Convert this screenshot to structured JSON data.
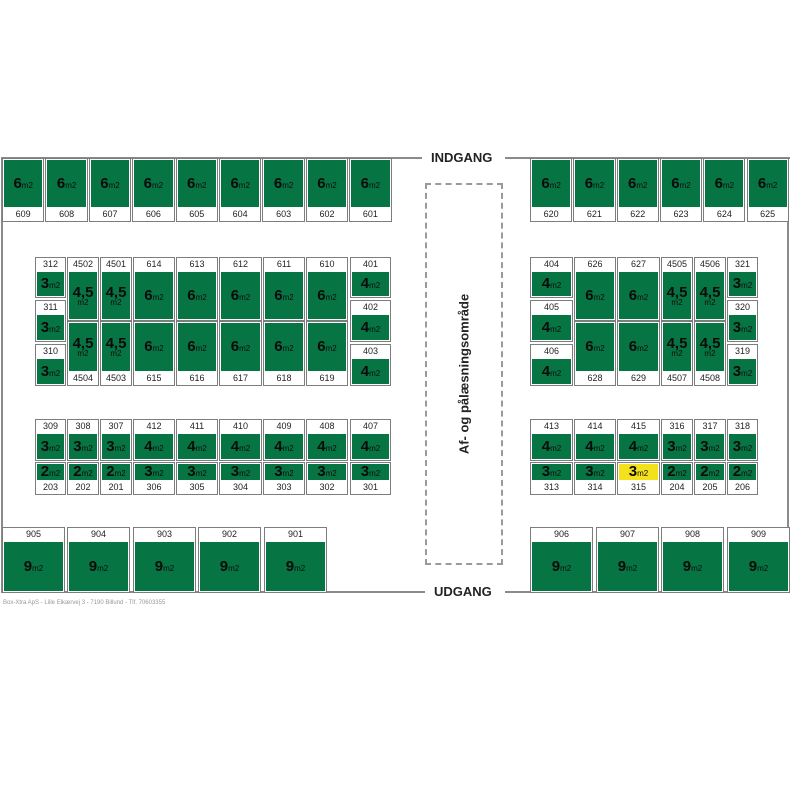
{
  "gates": {
    "entrance": "INDGANG",
    "exit": "UDGANG"
  },
  "loading_zone": {
    "label": "Af- og pålæsningsområde"
  },
  "footer": "Box-Xtra ApS - Lille Elkærvej 3 - 7190 Billund - Tlf. 70603355",
  "colors": {
    "unit_fill": "#077443",
    "highlight": "#f3e11b",
    "label_bg": "#ffffff"
  },
  "area_unit": "m2",
  "units": [
    {
      "id": "609",
      "size": "6"
    },
    {
      "id": "608",
      "size": "6"
    },
    {
      "id": "607",
      "size": "6"
    },
    {
      "id": "606",
      "size": "6"
    },
    {
      "id": "605",
      "size": "6"
    },
    {
      "id": "604",
      "size": "6"
    },
    {
      "id": "603",
      "size": "6"
    },
    {
      "id": "602",
      "size": "6"
    },
    {
      "id": "601",
      "size": "6"
    },
    {
      "id": "620",
      "size": "6"
    },
    {
      "id": "621",
      "size": "6"
    },
    {
      "id": "622",
      "size": "6"
    },
    {
      "id": "623",
      "size": "6"
    },
    {
      "id": "624",
      "size": "6"
    },
    {
      "id": "625",
      "size": "6"
    },
    {
      "id": "312",
      "size": "3"
    },
    {
      "id": "311",
      "size": "3"
    },
    {
      "id": "310",
      "size": "3"
    },
    {
      "id": "4502",
      "size": "4,5"
    },
    {
      "id": "4501",
      "size": "4,5"
    },
    {
      "id": "4504",
      "size": "4,5"
    },
    {
      "id": "4503",
      "size": "4,5"
    },
    {
      "id": "614",
      "size": "6"
    },
    {
      "id": "613",
      "size": "6"
    },
    {
      "id": "612",
      "size": "6"
    },
    {
      "id": "611",
      "size": "6"
    },
    {
      "id": "610",
      "size": "6"
    },
    {
      "id": "615",
      "size": "6"
    },
    {
      "id": "616",
      "size": "6"
    },
    {
      "id": "617",
      "size": "6"
    },
    {
      "id": "618",
      "size": "6"
    },
    {
      "id": "619",
      "size": "6"
    },
    {
      "id": "401",
      "size": "4"
    },
    {
      "id": "402",
      "size": "4"
    },
    {
      "id": "403",
      "size": "4"
    },
    {
      "id": "404",
      "size": "4"
    },
    {
      "id": "405",
      "size": "4"
    },
    {
      "id": "406",
      "size": "4"
    },
    {
      "id": "626",
      "size": "6"
    },
    {
      "id": "627",
      "size": "6"
    },
    {
      "id": "628",
      "size": "6"
    },
    {
      "id": "629",
      "size": "6"
    },
    {
      "id": "4505",
      "size": "4,5"
    },
    {
      "id": "4506",
      "size": "4,5"
    },
    {
      "id": "4507",
      "size": "4,5"
    },
    {
      "id": "4508",
      "size": "4,5"
    },
    {
      "id": "321",
      "size": "3"
    },
    {
      "id": "320",
      "size": "3"
    },
    {
      "id": "319",
      "size": "3"
    },
    {
      "id": "309",
      "size": "3"
    },
    {
      "id": "308",
      "size": "3"
    },
    {
      "id": "307",
      "size": "3"
    },
    {
      "id": "412",
      "size": "4"
    },
    {
      "id": "411",
      "size": "4"
    },
    {
      "id": "410",
      "size": "4"
    },
    {
      "id": "409",
      "size": "4"
    },
    {
      "id": "408",
      "size": "4"
    },
    {
      "id": "407",
      "size": "4"
    },
    {
      "id": "203",
      "size": "2"
    },
    {
      "id": "202",
      "size": "2"
    },
    {
      "id": "201",
      "size": "2"
    },
    {
      "id": "306",
      "size": "3"
    },
    {
      "id": "305",
      "size": "3"
    },
    {
      "id": "304",
      "size": "3"
    },
    {
      "id": "303",
      "size": "3"
    },
    {
      "id": "302",
      "size": "3"
    },
    {
      "id": "301",
      "size": "3"
    },
    {
      "id": "413",
      "size": "4"
    },
    {
      "id": "414",
      "size": "4"
    },
    {
      "id": "415",
      "size": "4"
    },
    {
      "id": "316",
      "size": "3"
    },
    {
      "id": "317",
      "size": "3"
    },
    {
      "id": "318",
      "size": "3"
    },
    {
      "id": "313",
      "size": "3"
    },
    {
      "id": "314",
      "size": "3"
    },
    {
      "id": "315",
      "size": "3",
      "highlighted": true
    },
    {
      "id": "204",
      "size": "2"
    },
    {
      "id": "205",
      "size": "2"
    },
    {
      "id": "206",
      "size": "2"
    },
    {
      "id": "905",
      "size": "9"
    },
    {
      "id": "904",
      "size": "9"
    },
    {
      "id": "903",
      "size": "9"
    },
    {
      "id": "902",
      "size": "9"
    },
    {
      "id": "901",
      "size": "9"
    },
    {
      "id": "906",
      "size": "9"
    },
    {
      "id": "907",
      "size": "9"
    },
    {
      "id": "908",
      "size": "9"
    },
    {
      "id": "909",
      "size": "9"
    }
  ]
}
